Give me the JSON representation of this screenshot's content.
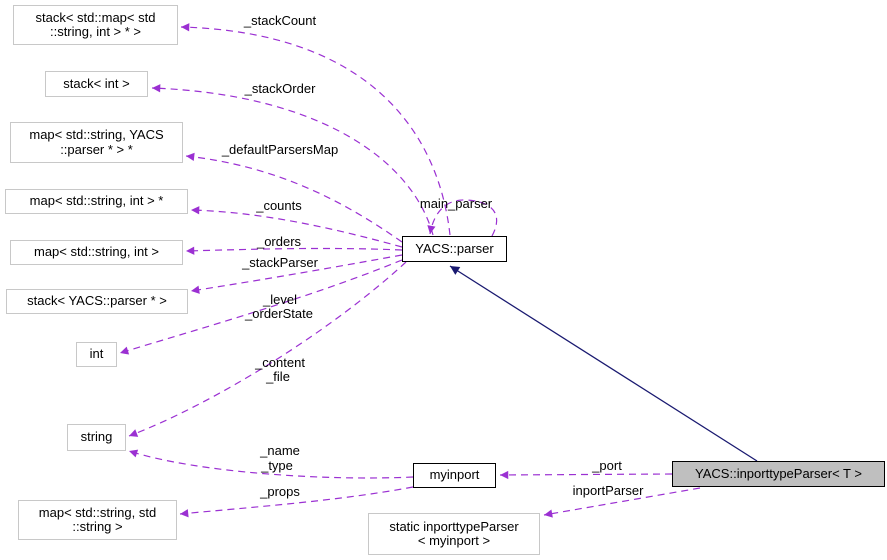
{
  "colors": {
    "usage_edge": "#9b30d2",
    "inheritance_edge": "#191970",
    "node_border": "#c8c8c8",
    "linked_node_border": "#000000",
    "highlight_fill": "#bfbfbf",
    "background": "#ffffff"
  },
  "nodes": {
    "stackMap": {
      "line1": "stack< std::map< std",
      "line2": "::string, int > * >"
    },
    "stackInt": {
      "line1": "stack< int >"
    },
    "mapParsers": {
      "line1": "map< std::string, YACS",
      "line2": "::parser * > *"
    },
    "mapIntPtr": {
      "line1": "map< std::string, int > *"
    },
    "mapInt": {
      "line1": "map< std::string, int >"
    },
    "stackParserPtr": {
      "line1": "stack< YACS::parser * >"
    },
    "intNode": {
      "line1": "int"
    },
    "stringNode": {
      "line1": "string"
    },
    "mapStringString": {
      "line1": "map< std::string, std",
      "line2": "::string >"
    },
    "parser": {
      "line1": "YACS::parser"
    },
    "myinport": {
      "line1": "myinport"
    },
    "staticInport": {
      "line1": "static inporttypeParser",
      "line2": "< myinport >"
    },
    "main": {
      "line1": "YACS::inporttypeParser< T >"
    }
  },
  "labels": {
    "stackCount": "_stackCount",
    "stackOrder": "_stackOrder",
    "defaultParsersMap": "_defaultParsersMap",
    "counts": "_counts",
    "mainParser": "main_parser",
    "orders": "_orders",
    "stackParser": "_stackParser",
    "level": "_level",
    "orderState": "_orderState",
    "content": "_content",
    "file": "_file",
    "name": "_name",
    "type": "_type",
    "props": "_props",
    "port": "_port",
    "inportParser": "inportParser"
  }
}
